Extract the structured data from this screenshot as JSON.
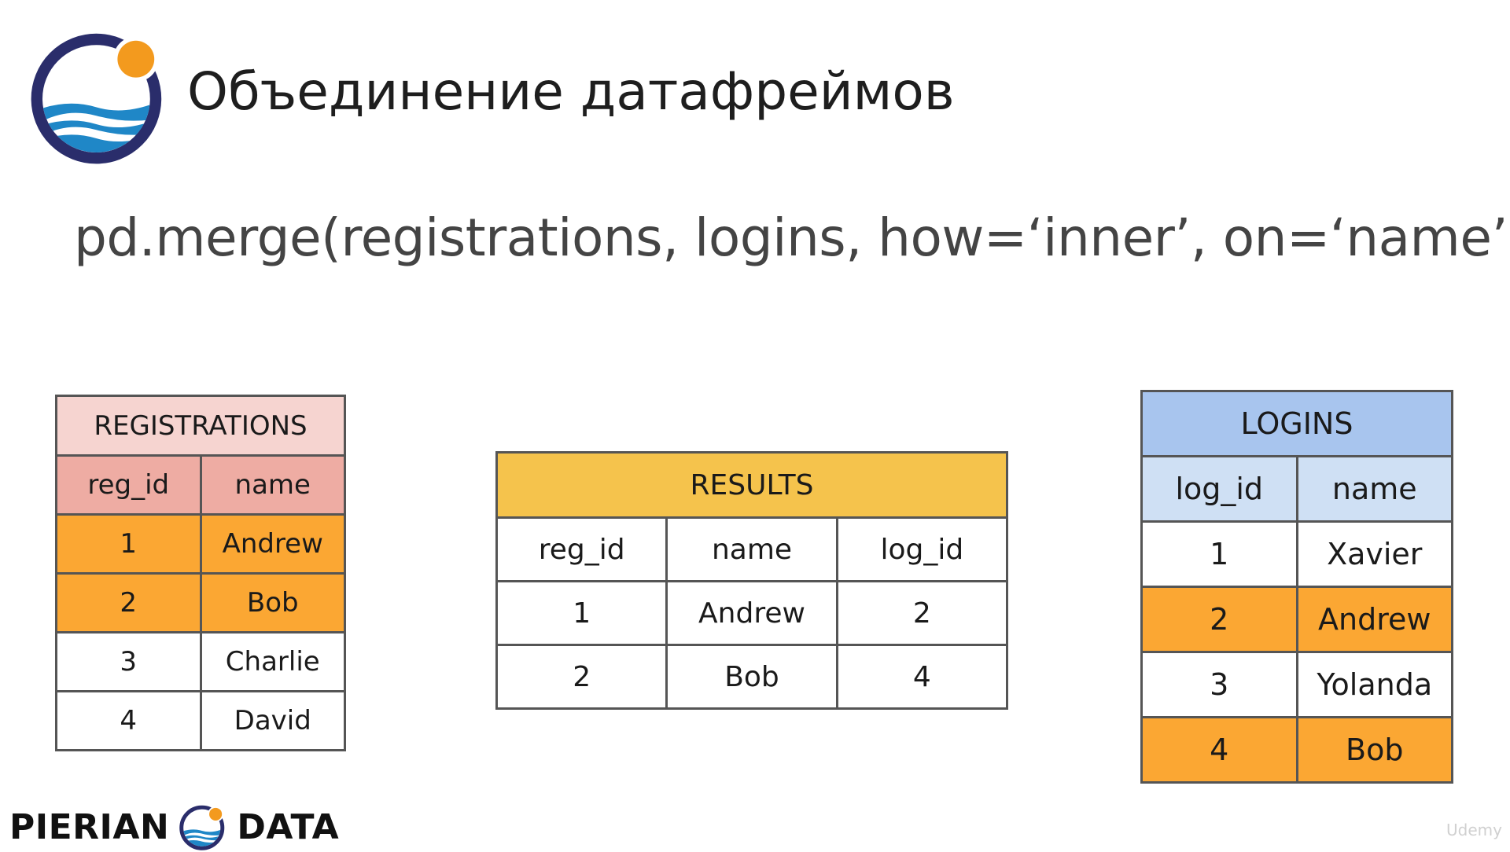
{
  "title": "Объединение датафреймов",
  "code": "pd.merge(registrations, logins, how=‘inner’, on=‘name’)",
  "logo_icon": "pierian-data-logo-icon",
  "colors": {
    "highlight": "#fba733",
    "registrations_caption": "#f6d4d0",
    "registrations_header": "#eeaca3",
    "results_caption": "#f5c34c",
    "logins_caption": "#a8c5ee",
    "logins_header": "#cfe0f4",
    "logo_ring": "#2a2d6b",
    "logo_sun": "#f39a1e",
    "logo_wave": "#1f87c7"
  },
  "registrations": {
    "caption": "REGISTRATIONS",
    "columns": [
      "reg_id",
      "name"
    ],
    "rows": [
      {
        "reg_id": "1",
        "name": "Andrew",
        "highlight": true
      },
      {
        "reg_id": "2",
        "name": "Bob",
        "highlight": true
      },
      {
        "reg_id": "3",
        "name": "Charlie",
        "highlight": false
      },
      {
        "reg_id": "4",
        "name": "David",
        "highlight": false
      }
    ]
  },
  "results": {
    "caption": "RESULTS",
    "columns": [
      "reg_id",
      "name",
      "log_id"
    ],
    "rows": [
      {
        "reg_id": "1",
        "name": "Andrew",
        "log_id": "2"
      },
      {
        "reg_id": "2",
        "name": "Bob",
        "log_id": "4"
      }
    ]
  },
  "logins": {
    "caption": "LOGINS",
    "columns": [
      "log_id",
      "name"
    ],
    "rows": [
      {
        "log_id": "1",
        "name": "Xavier",
        "highlight": false
      },
      {
        "log_id": "2",
        "name": "Andrew",
        "highlight": true
      },
      {
        "log_id": "3",
        "name": "Yolanda",
        "highlight": false
      },
      {
        "log_id": "4",
        "name": "Bob",
        "highlight": true
      }
    ]
  },
  "brand": {
    "left": "PIERIAN",
    "right": "DATA"
  },
  "watermark": "Udemy"
}
